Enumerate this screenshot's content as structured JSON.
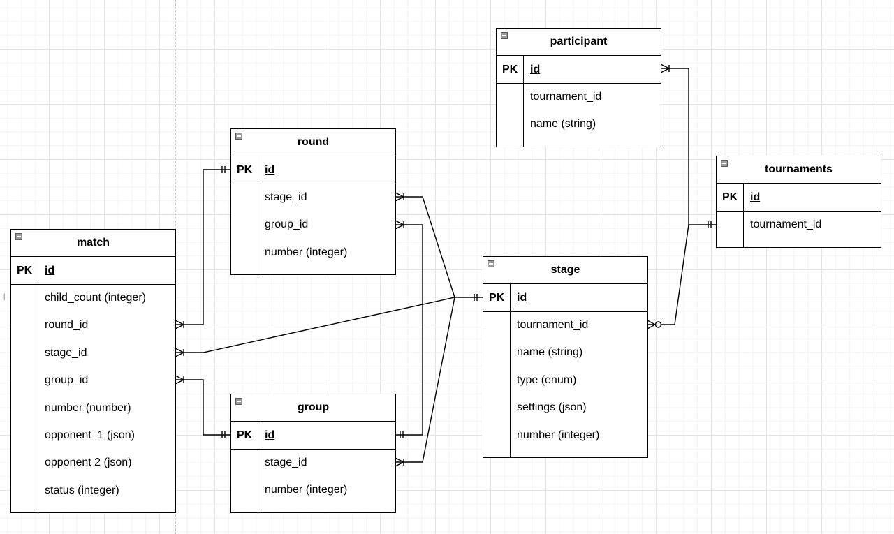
{
  "entities": {
    "participant": {
      "title": "participant",
      "pk_label": "PK",
      "pk_field": "id",
      "fields": [
        "tournament_id",
        "name (string)"
      ]
    },
    "round": {
      "title": "round",
      "pk_label": "PK",
      "pk_field": "id",
      "fields": [
        "stage_id",
        "group_id",
        "number (integer)"
      ]
    },
    "match": {
      "title": "match",
      "pk_label": "PK",
      "pk_field": "id",
      "fields": [
        "child_count (integer)",
        "round_id",
        "stage_id",
        "group_id",
        "number (number)",
        "opponent_1 (json)",
        "opponent 2 (json)",
        "status (integer)"
      ]
    },
    "group": {
      "title": "group",
      "pk_label": "PK",
      "pk_field": "id",
      "fields": [
        "stage_id",
        "number (integer)"
      ]
    },
    "stage": {
      "title": "stage",
      "pk_label": "PK",
      "pk_field": "id",
      "fields": [
        "tournament_id",
        "name (string)",
        "type (enum)",
        "settings (json)",
        "number (integer)"
      ]
    },
    "tournaments": {
      "title": "tournaments",
      "pk_label": "PK",
      "pk_field": "id",
      "fields": [
        "tournament_id"
      ]
    }
  },
  "relationships": [
    {
      "from": "match.round_id",
      "to": "round.id",
      "from_end": "many",
      "to_end": "one"
    },
    {
      "from": "match.stage_id",
      "to": "stage.id",
      "from_end": "many",
      "to_end": "one"
    },
    {
      "from": "match.group_id",
      "to": "group.id",
      "from_end": "many",
      "to_end": "one"
    },
    {
      "from": "round.stage_id",
      "to": "stage.id",
      "from_end": "many",
      "to_end": "one"
    },
    {
      "from": "round.group_id",
      "to": "group.id",
      "from_end": "many",
      "to_end": "one"
    },
    {
      "from": "group.stage_id",
      "to": "stage.id",
      "from_end": "many",
      "to_end": "one"
    },
    {
      "from": "participant.id",
      "to": "tournaments.tournament_id",
      "from_end": "many",
      "to_end": "one"
    },
    {
      "from": "stage.tournament_id",
      "to": "tournaments.tournament_id",
      "from_end": "zero-or-many",
      "to_end": "one"
    }
  ],
  "side_handle": "‖"
}
